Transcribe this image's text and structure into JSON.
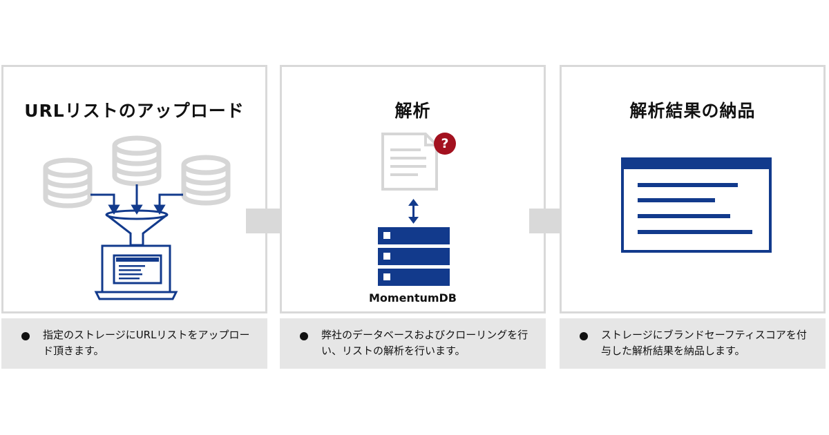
{
  "steps": [
    {
      "title": "URLリストのアップロード",
      "note": "指定のストレージにURLリストをアップロード頂きます。"
    },
    {
      "title": "解析",
      "note": "弊社のデータベースおよびクローリングを行い、リストの解析を行います。",
      "db_label": "MomentumDB",
      "badge": "?"
    },
    {
      "title": "解析結果の納品",
      "note": "ストレージにブランドセーフティスコアを付与した解析結果を納品します。"
    }
  ],
  "icons": [
    "database-icon",
    "funnel-icon",
    "laptop-icon",
    "document-icon",
    "question-badge-icon",
    "bidirectional-arrow-icon",
    "server-icon",
    "report-window-icon",
    "right-arrow-icon"
  ],
  "colors": {
    "brand_blue": "#123a8c",
    "light_gray": "#d9d9d9",
    "note_bg": "#e6e6e6",
    "badge_red": "#a3111f"
  }
}
